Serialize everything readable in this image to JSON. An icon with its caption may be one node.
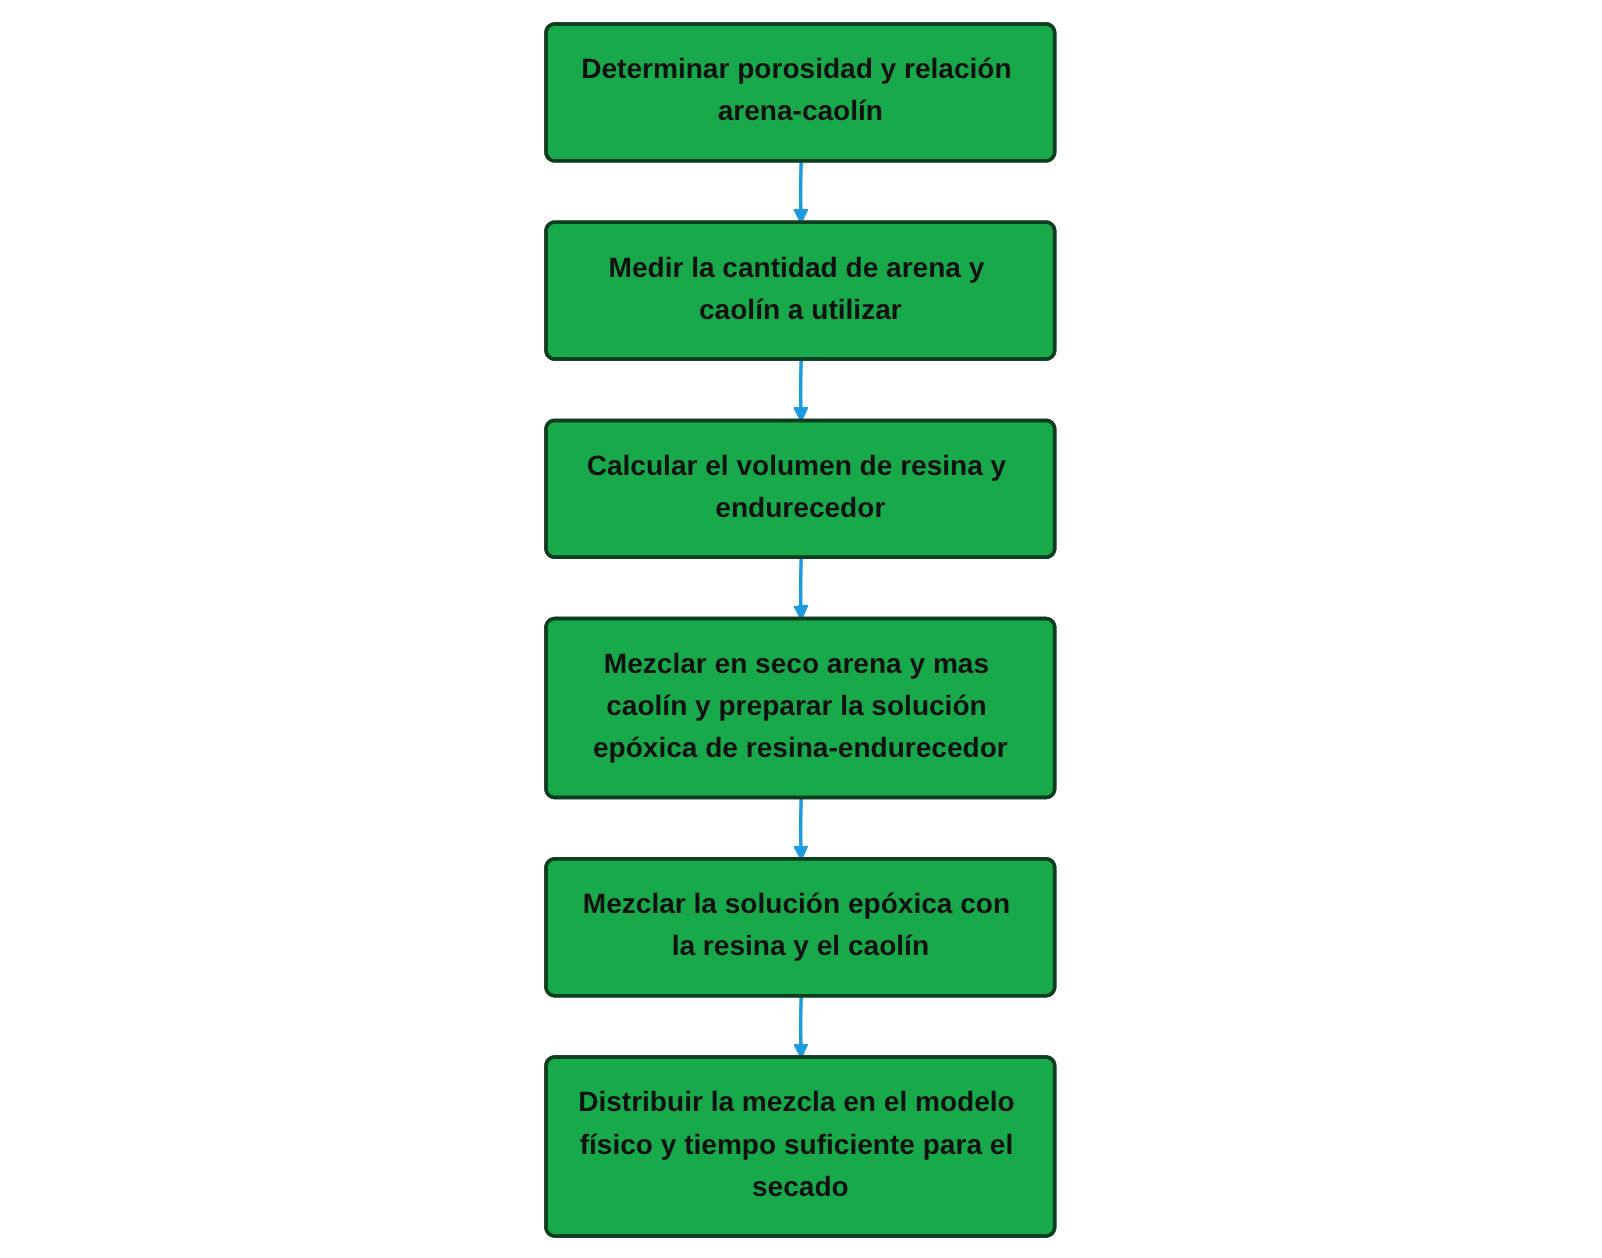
{
  "diagram": {
    "nodes": [
      {
        "text": [
          "Determinar porosidad y relación arena-caolín"
        ]
      },
      {
        "text": [
          "Medir la cantidad de arena y caolín a utilizar"
        ]
      },
      {
        "text": [
          "Calcular el volumen de resina y endurecedor"
        ]
      },
      {
        "text": [
          "Mezclar en seco arena y mas caolín y preparar la solución epóxica de resina-endurecedor"
        ]
      },
      {
        "text": [
          "Mezclar la solución epóxica con la resina y el caolín"
        ]
      },
      {
        "text": [
          "Distribuir la mezcla en el modelo físico y tiempo suficiente para el secado"
        ]
      }
    ],
    "edges": [
      {
        "from": 0,
        "to": 1,
        "arrow": "to"
      },
      {
        "from": 1,
        "to": 2,
        "arrow": "to"
      },
      {
        "from": 2,
        "to": 3,
        "arrow": "to"
      },
      {
        "from": 3,
        "to": 4,
        "arrow": "to"
      },
      {
        "from": 4,
        "to": 5,
        "arrow": "to"
      }
    ]
  }
}
